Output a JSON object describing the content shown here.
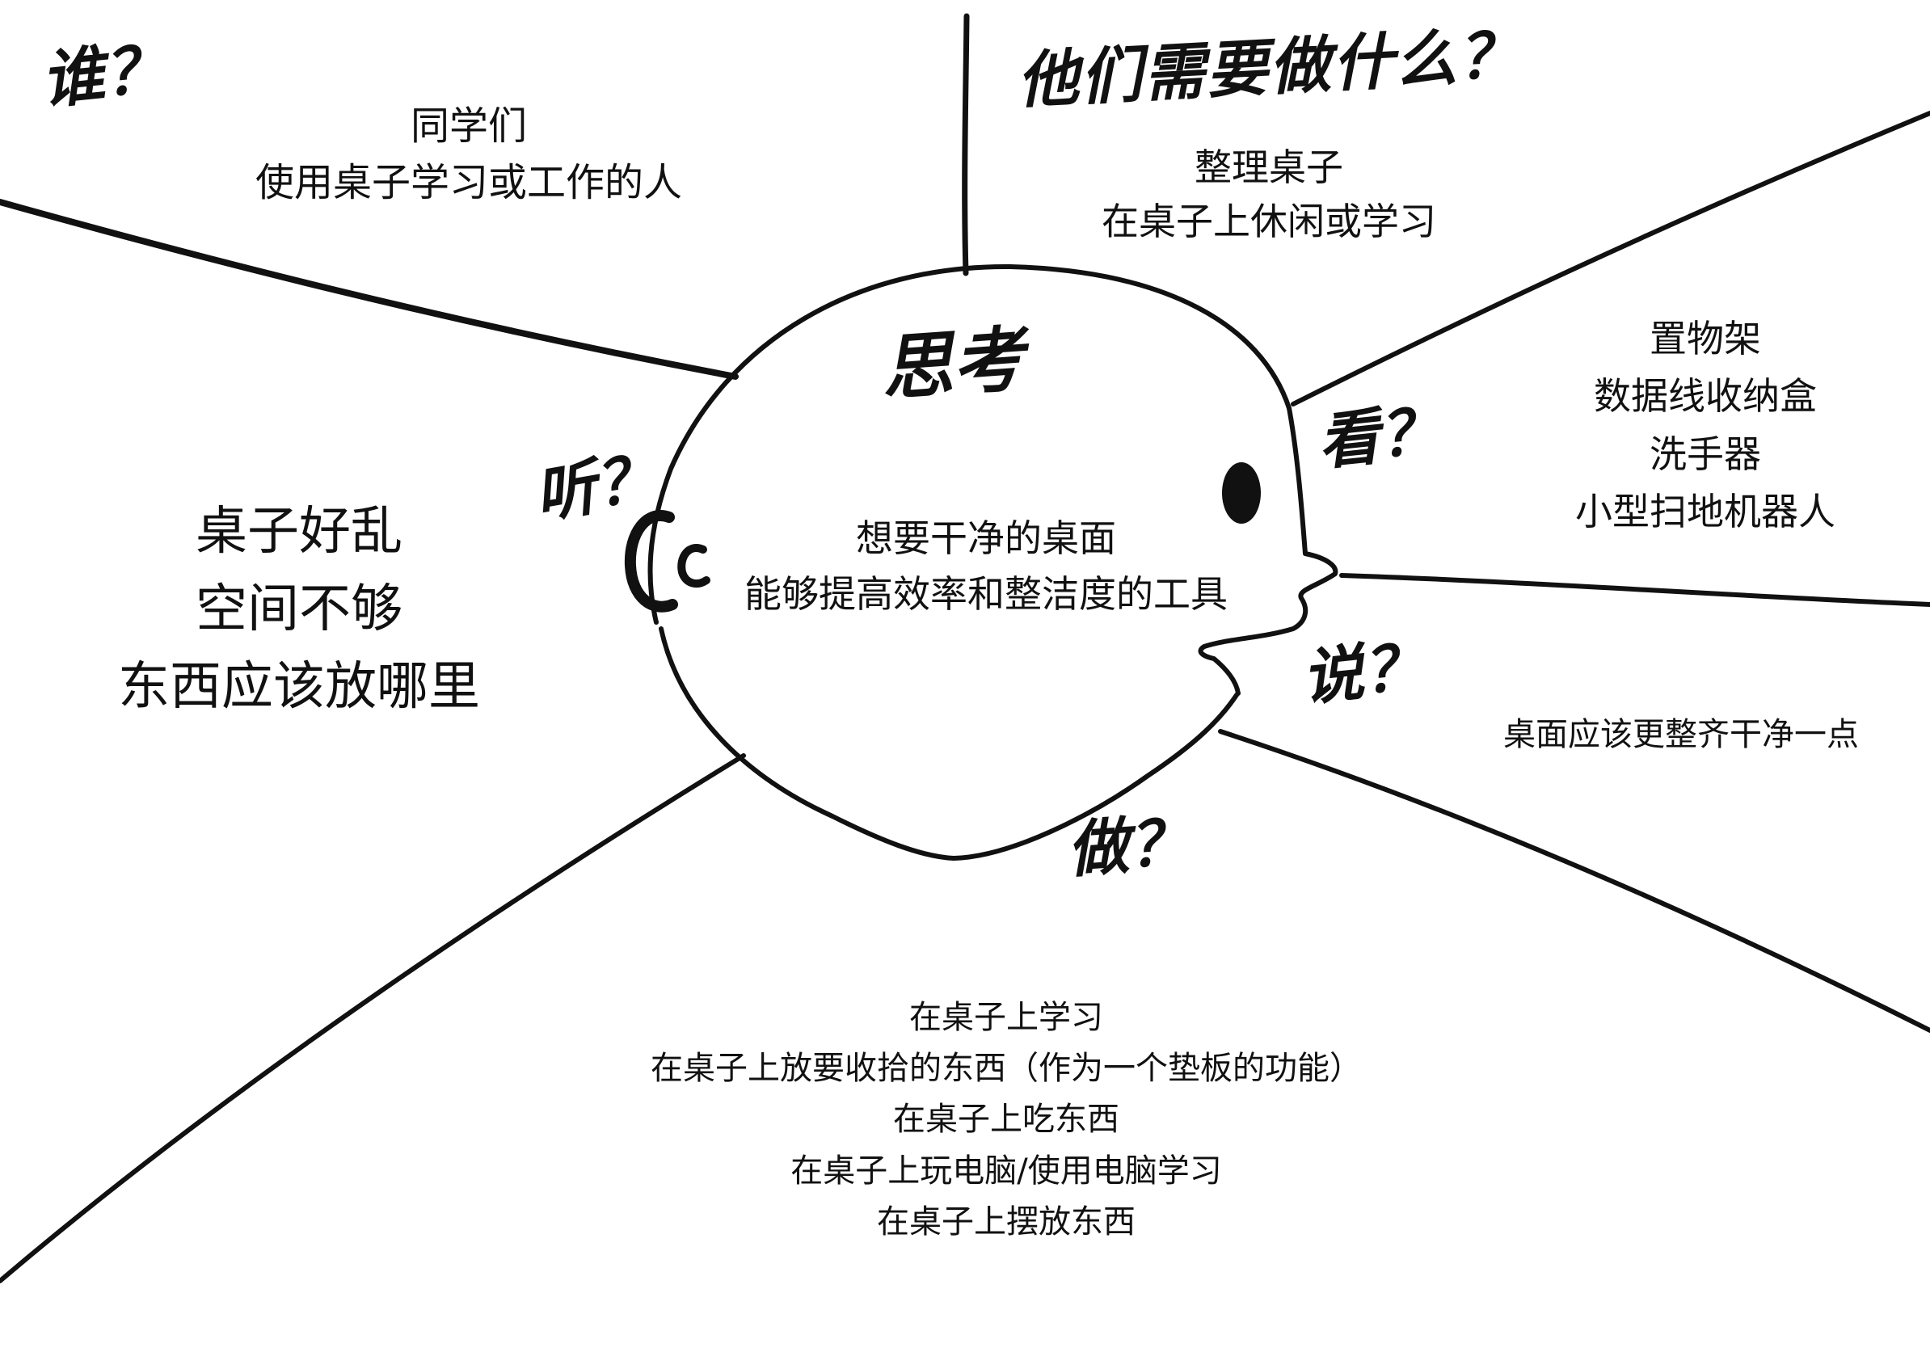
{
  "handwritten": {
    "who": "谁？",
    "need": "他们需要做什么？",
    "think": "思考",
    "hear": "听？",
    "see": "看？",
    "say": "说？",
    "do": "做？"
  },
  "who": {
    "lines": [
      "同学们",
      "使用桌子学习或工作的人"
    ]
  },
  "needs": {
    "lines": [
      "整理桌子",
      "在桌子上休闲或学习"
    ]
  },
  "tools": {
    "lines": [
      "置物架",
      "数据线收纳盒",
      "洗手器",
      "小型扫地机器人"
    ]
  },
  "feel": {
    "lines": [
      "桌子好乱",
      "空间不够",
      "东西应该放哪里"
    ]
  },
  "core": {
    "lines": [
      "想要干净的桌面",
      "能够提高效率和整洁度的工具"
    ]
  },
  "say": {
    "lines": [
      "桌面应该更整齐干净一点"
    ]
  },
  "do": {
    "lines": [
      "在桌子上学习",
      "在桌子上放要收拾的东西（作为一个垫板的功能）",
      "在桌子上吃东西",
      "在桌子上玩电脑/使用电脑学习",
      "在桌子上摆放东西"
    ]
  }
}
